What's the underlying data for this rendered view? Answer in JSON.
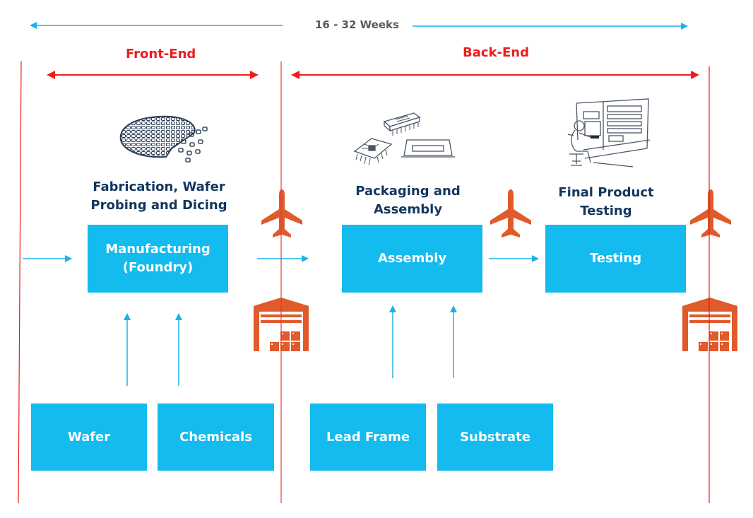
{
  "timeline": {
    "label": "16 - 32 Weeks",
    "color": "#1ab2e8"
  },
  "sections": {
    "front_end": {
      "label": "Front-End"
    },
    "back_end": {
      "label": "Back-End"
    },
    "color": "#ee1c1c"
  },
  "stages": [
    {
      "title": "Fabrication, Wafer Probing and Dicing",
      "title_lines": [
        "Fabrication, Wafer",
        "Probing and Dicing"
      ],
      "box": "Manufacturing (Foundry)",
      "box_lines": [
        "Manufacturing",
        "(Foundry)"
      ],
      "illustration": "silicon-wafer-icon"
    },
    {
      "title": "Packaging and Assembly",
      "title_lines": [
        "Packaging and",
        "Assembly"
      ],
      "box": "Assembly",
      "box_lines": [
        "Assembly"
      ],
      "illustration": "ic-chips-icon"
    },
    {
      "title": "Final Product Testing",
      "title_lines": [
        "Final Product",
        "Testing"
      ],
      "box": "Testing",
      "box_lines": [
        "Testing"
      ],
      "illustration": "test-operator-icon"
    }
  ],
  "inputs": {
    "front_end": [
      {
        "label": "Wafer"
      },
      {
        "label": "Chemicals"
      }
    ],
    "back_end": [
      {
        "label": "Lead Frame"
      },
      {
        "label": "Substrate"
      }
    ]
  },
  "logistics": {
    "icons": [
      "airplane-icon",
      "warehouse-icon"
    ],
    "color": "#e05a2b"
  },
  "colors": {
    "box": "#13bbee",
    "title": "#12365f",
    "arrow": "#1ab2e8",
    "divider": "#ee1c1c"
  }
}
